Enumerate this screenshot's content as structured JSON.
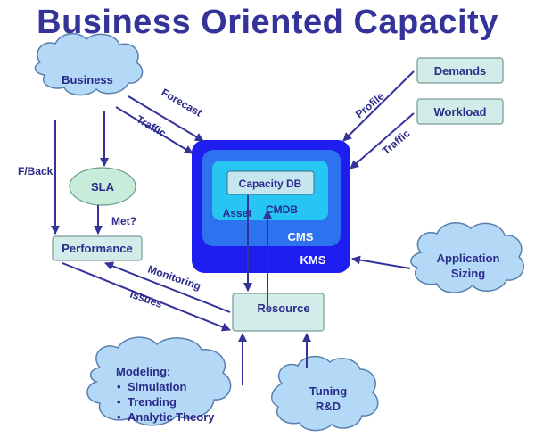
{
  "title": "Business Oriented Capacity",
  "nodes": {
    "business": "Business",
    "sla": "SLA",
    "performance": "Performance",
    "resource": "Resource",
    "demands": "Demands",
    "workload": "Workload",
    "capacity_db": "Capacity DB",
    "cmdb": "CMDB",
    "cms": "CMS",
    "kms": "KMS",
    "application_sizing": [
      "Application",
      "Sizing"
    ],
    "modeling_title": "Modeling:",
    "modeling_items": [
      "Simulation",
      "Trending",
      "Analytic Theory"
    ],
    "tuning": [
      "Tuning",
      "R&D"
    ]
  },
  "edges": {
    "forecast": "Forecast",
    "traffic_left": "Traffic",
    "profile": "Profile",
    "traffic_right": "Traffic",
    "fback": "F/Back",
    "met": "Met?",
    "asset": "Asset",
    "monitoring": "Monitoring",
    "issues": "Issues"
  },
  "colors": {
    "title": "#33339a",
    "cloud_fill": "#b3d9f7",
    "box_fill": "#d2ede9",
    "kms": "#1e1ef0",
    "cms": "#2d72ee",
    "cmdb": "#27c6f2",
    "capacity_db": "#c5e5ef",
    "arrow": "#33339a"
  }
}
